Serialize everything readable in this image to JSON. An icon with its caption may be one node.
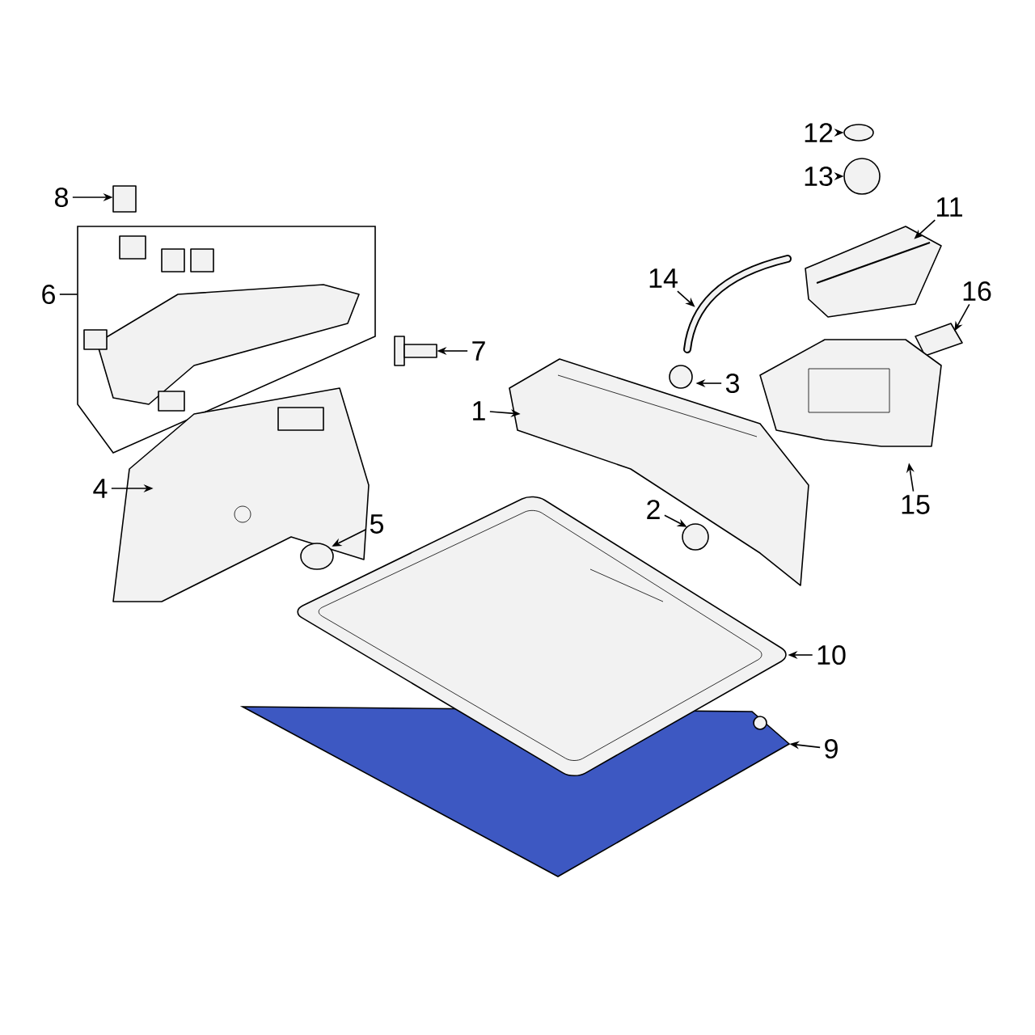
{
  "diagram": {
    "nodes": [
      {
        "text": [
          "8"
        ]
      },
      {
        "text": [
          "12"
        ]
      },
      {
        "text": [
          "13"
        ]
      },
      {
        "text": [
          "11"
        ]
      },
      {
        "text": [
          "14"
        ]
      },
      {
        "text": [
          "16"
        ]
      },
      {
        "text": [
          "6"
        ]
      },
      {
        "text": [
          "7"
        ]
      },
      {
        "text": [
          "3"
        ]
      },
      {
        "text": [
          "1"
        ]
      },
      {
        "text": [
          "4"
        ]
      },
      {
        "text": [
          "5"
        ]
      },
      {
        "text": [
          "2"
        ]
      },
      {
        "text": [
          "15"
        ]
      },
      {
        "text": [
          "10"
        ]
      },
      {
        "text": [
          "9"
        ]
      },
      {
        "text": [],
        "shape": "box"
      },
      {
        "text": [],
        "shape": "circle"
      },
      {
        "text": [],
        "shape": "circle"
      },
      {
        "text": [],
        "shape": "picture"
      },
      {
        "text": [],
        "shape": "picture"
      },
      {
        "text": [],
        "shape": "picture"
      },
      {
        "text": [],
        "shape": "picture"
      },
      {
        "text": [],
        "shape": "picture"
      },
      {
        "text": [],
        "shape": "circle"
      },
      {
        "text": [],
        "shape": "picture"
      },
      {
        "text": [],
        "shape": "picture"
      },
      {
        "text": [],
        "shape": "circle"
      },
      {
        "text": [],
        "shape": "circle"
      },
      {
        "text": [],
        "shape": "picture"
      },
      {
        "text": [],
        "shape": "picture"
      },
      {
        "text": [],
        "shape": "picture"
      }
    ],
    "edges": [
      {
        "from": 0,
        "to": 16,
        "arrow": "to"
      },
      {
        "from": 1,
        "to": 17,
        "arrow": "to"
      },
      {
        "from": 2,
        "to": 18,
        "arrow": "to"
      },
      {
        "from": 3,
        "to": 19,
        "arrow": "to"
      },
      {
        "from": 4,
        "to": 20,
        "arrow": "to"
      },
      {
        "from": 5,
        "to": 21,
        "arrow": "to"
      },
      {
        "from": 6,
        "to": 22,
        "arrow": "none"
      },
      {
        "from": 7,
        "to": 23,
        "arrow": "to"
      },
      {
        "from": 8,
        "to": 24,
        "arrow": "to"
      },
      {
        "from": 9,
        "to": 25,
        "arrow": "to"
      },
      {
        "from": 10,
        "to": 26,
        "arrow": "to"
      },
      {
        "from": 11,
        "to": 27,
        "arrow": "to"
      },
      {
        "from": 12,
        "to": 28,
        "arrow": "to"
      },
      {
        "from": 13,
        "to": 29,
        "arrow": "to"
      },
      {
        "from": 14,
        "to": 30,
        "arrow": "to"
      },
      {
        "from": 15,
        "to": 31,
        "arrow": "to"
      }
    ]
  }
}
